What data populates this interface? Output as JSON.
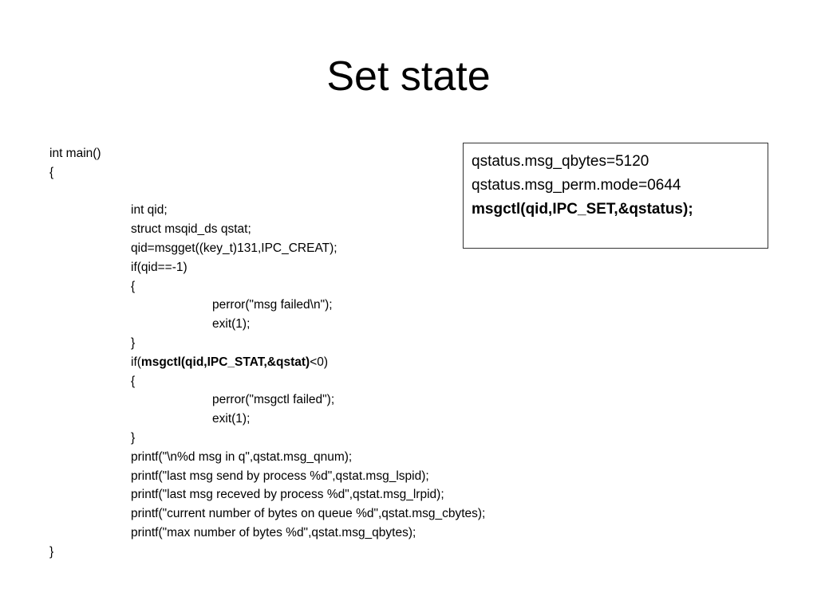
{
  "slide": {
    "title": "Set state"
  },
  "code": {
    "lines": [
      {
        "text": "int main()",
        "indent": 0
      },
      {
        "text": "{",
        "indent": 0
      },
      {
        "text": "",
        "indent": 0
      },
      {
        "text": "int qid;",
        "indent": 1
      },
      {
        "text": "struct msqid_ds qstat;",
        "indent": 1
      },
      {
        "text": "qid=msgget((key_t)131,IPC_CREAT);",
        "indent": 1
      },
      {
        "text": "if(qid==-1)",
        "indent": 1
      },
      {
        "text": "{",
        "indent": 1
      },
      {
        "text": "perror(\"msg failed\\n\");",
        "indent": 2
      },
      {
        "text": "exit(1);",
        "indent": 2
      },
      {
        "text": "}",
        "indent": 1
      },
      {
        "prefix": "if(",
        "bold": "msgctl(qid,IPC_STAT,&qstat)",
        "suffix": "<0)",
        "indent": 1
      },
      {
        "text": "{",
        "indent": 1
      },
      {
        "text": "perror(\"msgctl failed\");",
        "indent": 2
      },
      {
        "text": "exit(1);",
        "indent": 2
      },
      {
        "text": "}",
        "indent": 1
      },
      {
        "text": "printf(\"\\n%d msg in q\",qstat.msg_qnum);",
        "indent": 1
      },
      {
        "text": "printf(\"last msg send by process %d\",qstat.msg_lspid);",
        "indent": 1
      },
      {
        "text": "printf(\"last msg receved by process %d\",qstat.msg_lrpid);",
        "indent": 1
      },
      {
        "text": "printf(\"current number of bytes on queue %d\",qstat.msg_cbytes);",
        "indent": 1
      },
      {
        "text": "printf(\"max number of bytes %d\",qstat.msg_qbytes);",
        "indent": 1
      },
      {
        "text": "}",
        "indent": 0
      }
    ]
  },
  "info_box": {
    "line1": "qstatus.msg_qbytes=5120",
    "line2": "qstatus.msg_perm.mode=0644",
    "line3": "msgctl(qid,IPC_SET,&qstatus);"
  }
}
